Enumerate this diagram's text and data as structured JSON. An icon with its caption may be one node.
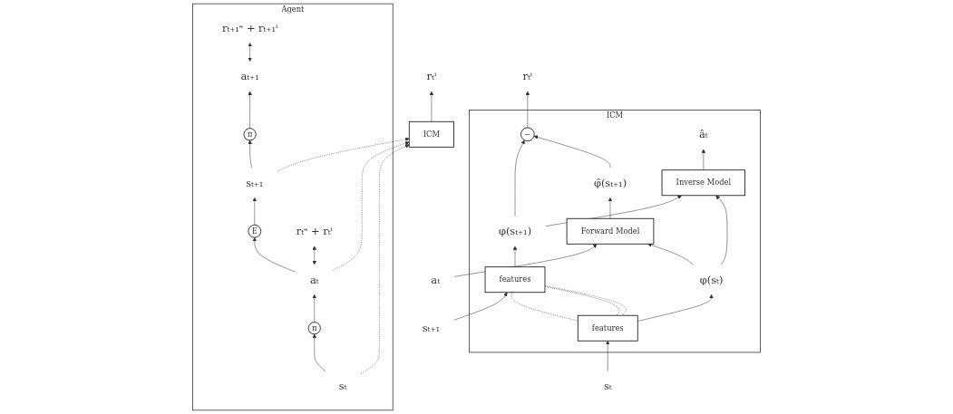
{
  "diagram": {
    "nodes": [
      {
        "text": [
          "ICM"
        ]
      },
      {
        "text": [
          "rₜⁱ"
        ]
      },
      {
        "text": [
          "Agent"
        ]
      },
      {
        "text": [
          "sₜ"
        ],
        "in": 2
      },
      {
        "text": [
          "π"
        ],
        "in": 2
      },
      {
        "text": [
          "aₜ"
        ],
        "in": 2
      },
      {
        "text": [
          "E"
        ],
        "in": 2
      },
      {
        "text": [
          "sₜ₊₁"
        ],
        "in": 2
      },
      {
        "text": [
          "π"
        ],
        "in": 2
      },
      {
        "text": [
          "aₜ₊₁"
        ],
        "in": 2
      },
      {
        "text": [
          "rₜᵉ + rₜⁱ"
        ],
        "in": 2
      },
      {
        "text": [
          "rₜ₊₁ᵉ + rₜ₊₁ⁱ"
        ],
        "in": 2
      },
      {
        "text": [
          "ICM"
        ]
      },
      {
        "text": [
          "rₜⁱ"
        ]
      },
      {
        "text": [
          "−"
        ],
        "in": 12
      },
      {
        "text": [
          "φ̂(sₜ₊₁)"
        ],
        "in": 12
      },
      {
        "text": [
          "Inverse Model"
        ],
        "in": 12
      },
      {
        "text": [
          "âₜ"
        ],
        "in": 12
      },
      {
        "text": [
          "Forward Model"
        ],
        "in": 12
      },
      {
        "text": [
          "φ(sₜ)"
        ],
        "in": 12
      },
      {
        "text": [
          "φ(sₜ₊₁)"
        ],
        "in": 12
      },
      {
        "text": [
          "features"
        ],
        "in": 12
      },
      {
        "text": [
          "features"
        ],
        "in": 12
      },
      {
        "text": [
          "aₜ"
        ]
      },
      {
        "text": [
          "sₜ"
        ]
      },
      {
        "text": [
          "sₜ₊₁"
        ]
      }
    ],
    "edges": [
      {
        "from": 0,
        "to": 1,
        "arrow": "to"
      },
      {
        "from": 3,
        "to": 0,
        "arrow": "to",
        "style": "dashed"
      },
      {
        "from": 5,
        "to": 0,
        "arrow": "to",
        "style": "dashed"
      },
      {
        "from": 7,
        "to": 0,
        "arrow": "to",
        "style": "dashed"
      },
      {
        "from": 3,
        "to": 4,
        "arrow": "to"
      },
      {
        "from": 4,
        "to": 5,
        "arrow": "to"
      },
      {
        "from": 5,
        "to": 6,
        "arrow": "to"
      },
      {
        "from": 6,
        "to": 7,
        "arrow": "to"
      },
      {
        "from": 7,
        "to": 8,
        "arrow": "to"
      },
      {
        "from": 8,
        "to": 9,
        "arrow": "to"
      },
      {
        "from": 5,
        "to": 10,
        "arrow": "both"
      },
      {
        "from": 9,
        "to": 11,
        "arrow": "both"
      },
      {
        "from": 14,
        "to": 13,
        "arrow": "to"
      },
      {
        "from": 15,
        "to": 14,
        "arrow": "to"
      },
      {
        "from": 20,
        "to": 14,
        "arrow": "to"
      },
      {
        "from": 19,
        "to": 16,
        "arrow": "to"
      },
      {
        "from": 20,
        "to": 16,
        "arrow": "to"
      },
      {
        "from": 16,
        "to": 17,
        "arrow": "to"
      },
      {
        "from": 18,
        "to": 15,
        "arrow": "to"
      },
      {
        "from": 19,
        "to": 18,
        "arrow": "to"
      },
      {
        "from": 23,
        "to": 18,
        "arrow": "to"
      },
      {
        "from": 21,
        "to": 19,
        "arrow": "to"
      },
      {
        "from": 22,
        "to": 20,
        "arrow": "to"
      },
      {
        "from": 21,
        "to": 22,
        "arrow": "none",
        "style": "dashed"
      },
      {
        "from": 21,
        "to": 22,
        "arrow": "none",
        "style": "dashed"
      },
      {
        "from": 21,
        "to": 22,
        "arrow": "none",
        "style": "dashed"
      },
      {
        "from": 24,
        "to": 21,
        "arrow": "to"
      },
      {
        "from": 25,
        "to": 22,
        "arrow": "to"
      }
    ]
  }
}
